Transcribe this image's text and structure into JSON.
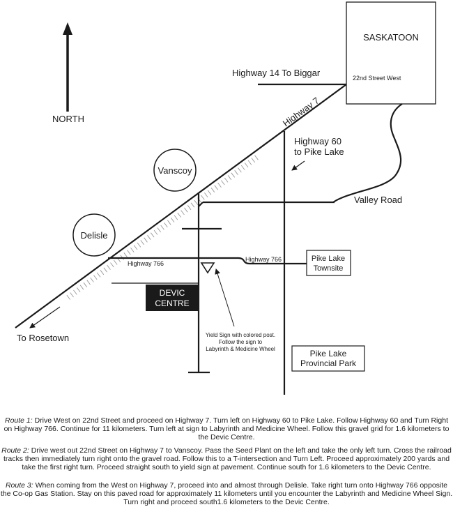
{
  "map": {
    "cities": {
      "saskatoon": "SASKATOON",
      "vanscoy": "Vanscoy",
      "delisle": "Delisle"
    },
    "north_label": "NORTH",
    "roads": {
      "highway14": "Highway 14 To Biggar",
      "street22": "22nd Street West",
      "highway7": "Highway 7",
      "highway60_line1": "Highway 60",
      "highway60_line2": "to Pike Lake",
      "valley_road": "Valley Road",
      "highway766_west": "Highway 766",
      "highway766_east": "Highway 766",
      "to_rosetown": "To Rosetown"
    },
    "places": {
      "pike_lake_townsite_line1": "Pike Lake",
      "pike_lake_townsite_line2": "Townsite",
      "devic_line1": "DEVIC",
      "devic_line2": "CENTRE",
      "pike_lake_park_line1": "Pike Lake",
      "pike_lake_park_line2": "Provincial Park"
    },
    "yield_note": {
      "line1": "Yield Sign with colored  post.",
      "line2": "Follow the sign to",
      "line3": "Labyrinth & Medicine Wheel"
    },
    "colors": {
      "ink": "#1a1a1a",
      "railroad": "#999999",
      "devic_box": "#1a1a1a",
      "devic_text": "#ffffff"
    }
  },
  "directions": {
    "route1": {
      "label": "Route 1:",
      "text": " Drive West on 22nd Street and proceed on Highway 7.  Turn left on Highway 60 to Pike Lake.  Follow Highway 60 and Turn Right on Highway 766.  Continue for 11 kilometers.  Turn left at sign to Labyrinth and Medicine Wheel.  Follow this gravel grid for 1.6 kilometers to the Devic Centre."
    },
    "route2": {
      "label": "Route 2:",
      "text": " Drive west out 22nd Street on Highway 7 to Vanscoy.  Pass the Seed Plant on the left and take the only left turn.  Cross the railroad tracks then immediately turn right onto the gravel road.  Follow this to a T-intersection and Turn Left.  Proceed approximately 200 yards and take the first right turn.  Proceed straight south to yield sign at pavement. Continue south for 1.6 kilometers to the Devic Centre."
    },
    "route3": {
      "label": "Route 3:",
      "text": " When coming from the West on Highway 7, proceed into and almost through Delisle.  Take right turn onto Highway 766 opposite the Co-op Gas Station.  Stay on this paved road for approximately 11 kilometers until you encounter the Labyrinth and Medicine Wheel Sign.  Turn right and proceed south1.6 kilometers to the Devic Centre."
    }
  }
}
